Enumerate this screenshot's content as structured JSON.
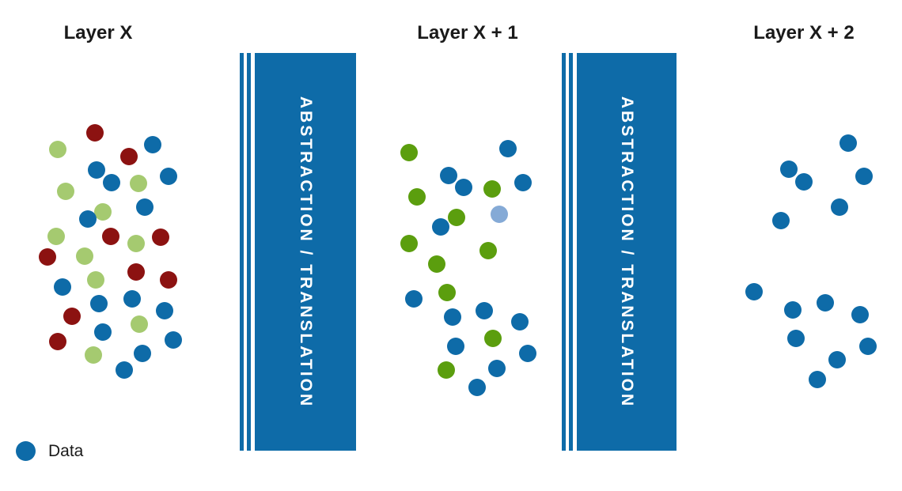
{
  "diagram": {
    "background": "#ffffff",
    "titles": [
      {
        "label": "Layer X"
      },
      {
        "label": "Layer X + 1"
      },
      {
        "label": "Layer X + 2"
      }
    ],
    "barriers": [
      {
        "label": "ABSTRACTION / TRANSLATION"
      },
      {
        "label": "ABSTRACTION / TRANSLATION"
      }
    ],
    "legend": {
      "label": "Data"
    },
    "colors": {
      "blue": "#0e6ba8",
      "dark_red": "#8c1211",
      "light_green": "#a5ca70",
      "green": "#5b9e0e",
      "light_blue": "#85aad6",
      "bar": "#0e6ba8",
      "bar_text": "#ffffff",
      "title_text": "#1a1a1a"
    },
    "clusters": [
      {
        "name": "layer-x",
        "dots": [
          [
            120,
            168,
            "dark_red"
          ],
          [
            73,
            189,
            "light_green"
          ],
          [
            193,
            183,
            "blue"
          ],
          [
            163,
            198,
            "dark_red"
          ],
          [
            122,
            215,
            "blue"
          ],
          [
            141,
            231,
            "blue"
          ],
          [
            175,
            232,
            "light_green"
          ],
          [
            213,
            223,
            "blue"
          ],
          [
            83,
            242,
            "light_green"
          ],
          [
            183,
            262,
            "blue"
          ],
          [
            130,
            268,
            "light_green"
          ],
          [
            111,
            277,
            "blue"
          ],
          [
            71,
            299,
            "light_green"
          ],
          [
            140,
            299,
            "dark_red"
          ],
          [
            203,
            300,
            "dark_red"
          ],
          [
            172,
            308,
            "light_green"
          ],
          [
            60,
            325,
            "dark_red"
          ],
          [
            107,
            324,
            "light_green"
          ],
          [
            79,
            363,
            "blue"
          ],
          [
            121,
            354,
            "light_green"
          ],
          [
            172,
            344,
            "dark_red"
          ],
          [
            213,
            354,
            "dark_red"
          ],
          [
            125,
            384,
            "blue"
          ],
          [
            167,
            378,
            "blue"
          ],
          [
            91,
            400,
            "dark_red"
          ],
          [
            208,
            393,
            "blue"
          ],
          [
            176,
            410,
            "light_green"
          ],
          [
            130,
            420,
            "blue"
          ],
          [
            73,
            432,
            "dark_red"
          ],
          [
            219,
            430,
            "blue"
          ],
          [
            118,
            449,
            "light_green"
          ],
          [
            180,
            447,
            "blue"
          ],
          [
            157,
            468,
            "blue"
          ]
        ]
      },
      {
        "name": "layer-x-1",
        "dots": [
          [
            517,
            193,
            "green"
          ],
          [
            642,
            188,
            "blue"
          ],
          [
            567,
            222,
            "blue"
          ],
          [
            586,
            237,
            "blue"
          ],
          [
            622,
            239,
            "green"
          ],
          [
            661,
            231,
            "blue"
          ],
          [
            527,
            249,
            "green"
          ],
          [
            631,
            271,
            "light_blue"
          ],
          [
            577,
            275,
            "green"
          ],
          [
            557,
            287,
            "blue"
          ],
          [
            517,
            308,
            "green"
          ],
          [
            617,
            317,
            "green"
          ],
          [
            552,
            334,
            "green"
          ],
          [
            565,
            370,
            "green"
          ],
          [
            523,
            378,
            "blue"
          ],
          [
            612,
            393,
            "blue"
          ],
          [
            572,
            401,
            "blue"
          ],
          [
            657,
            407,
            "blue"
          ],
          [
            623,
            428,
            "green"
          ],
          [
            576,
            438,
            "blue"
          ],
          [
            667,
            447,
            "blue"
          ],
          [
            564,
            468,
            "green"
          ],
          [
            628,
            466,
            "blue"
          ],
          [
            603,
            490,
            "blue"
          ]
        ]
      },
      {
        "name": "layer-x-2",
        "dots": [
          [
            1072,
            181,
            "blue"
          ],
          [
            997,
            214,
            "blue"
          ],
          [
            1016,
            230,
            "blue"
          ],
          [
            1092,
            223,
            "blue"
          ],
          [
            1061,
            262,
            "blue"
          ],
          [
            987,
            279,
            "blue"
          ],
          [
            953,
            369,
            "blue"
          ],
          [
            1002,
            392,
            "blue"
          ],
          [
            1043,
            383,
            "blue"
          ],
          [
            1087,
            398,
            "blue"
          ],
          [
            1006,
            428,
            "blue"
          ],
          [
            1097,
            438,
            "blue"
          ],
          [
            1058,
            455,
            "blue"
          ],
          [
            1033,
            480,
            "blue"
          ]
        ]
      }
    ]
  }
}
